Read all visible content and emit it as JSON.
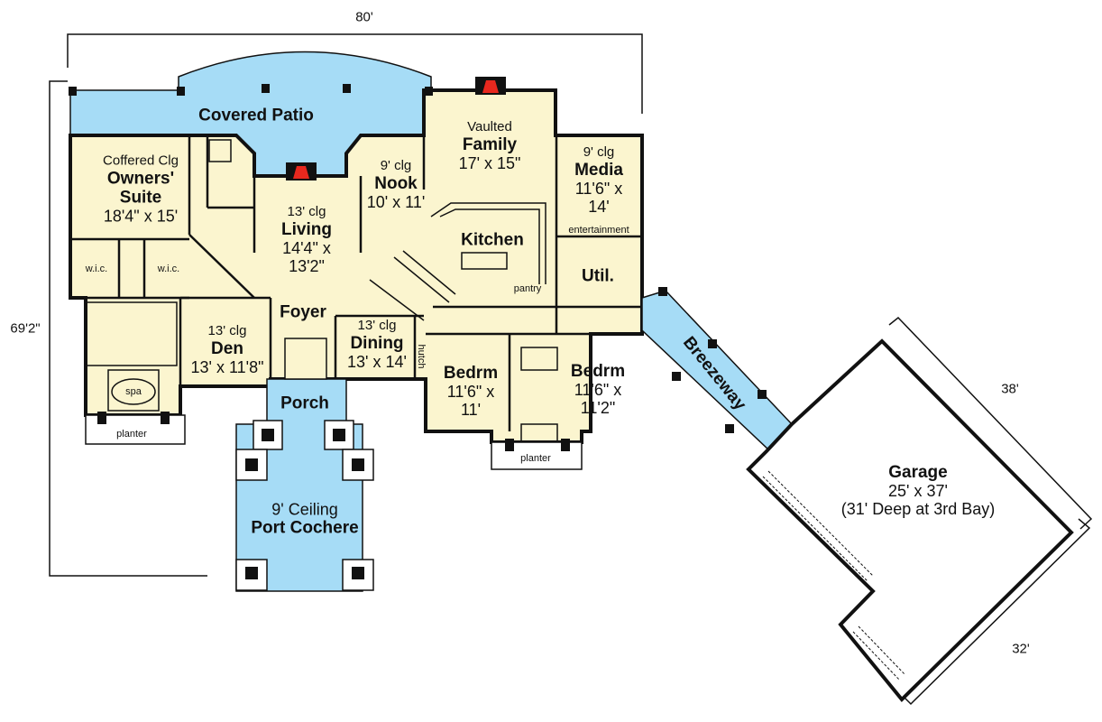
{
  "overall": {
    "width": "80'",
    "depth": "69'2\"",
    "garage_side": "38'",
    "garage_front": "32'"
  },
  "rooms": {
    "covered_patio": {
      "name": "Covered Patio"
    },
    "owners_suite": {
      "note": "Coffered Clg",
      "name_line1": "Owners'",
      "name_line2": "Suite",
      "dim": "18'4\" x 15'"
    },
    "wic_left": {
      "name": "w.i.c."
    },
    "wic_right": {
      "name": "w.i.c."
    },
    "spa": {
      "name": "spa"
    },
    "planter_left": {
      "name": "planter"
    },
    "living": {
      "note": "13' clg",
      "name": "Living",
      "dim_line1": "14'4\" x",
      "dim_line2": "13'2\""
    },
    "nook": {
      "note": "9' clg",
      "name": "Nook",
      "dim": "10' x 11'"
    },
    "family": {
      "note": "Vaulted",
      "name": "Family",
      "dim": "17' x 15\""
    },
    "media": {
      "note": "9' clg",
      "name": "Media",
      "dim_line1": "11'6\" x",
      "dim_line2": "14'"
    },
    "entertainment": {
      "name": "entertainment"
    },
    "kitchen": {
      "name": "Kitchen"
    },
    "pantry": {
      "name": "pantry"
    },
    "util": {
      "name": "Util."
    },
    "foyer": {
      "name": "Foyer"
    },
    "den": {
      "note": "13' clg",
      "name": "Den",
      "dim": "13' x 11'8\""
    },
    "dining": {
      "note": "13' clg",
      "name": "Dining",
      "dim": "13' x 14'"
    },
    "hutch": {
      "name": "hutch"
    },
    "bedrm_left": {
      "name": "Bedrm",
      "dim_line1": "11'6\" x",
      "dim_line2": "11'"
    },
    "bedrm_right": {
      "name": "Bedrm",
      "dim_line1": "11'6\" x",
      "dim_line2": "11'2\""
    },
    "planter_right": {
      "name": "planter"
    },
    "porch": {
      "name": "Porch"
    },
    "port_cochere": {
      "note": "9' Ceiling",
      "name": "Port Cochere"
    },
    "breezeway": {
      "name": "Breezeway"
    },
    "garage": {
      "name": "Garage",
      "dim": "25' x 37'",
      "note": "(31' Deep at 3rd Bay)"
    }
  },
  "colors": {
    "floor": "#fbf5cf",
    "patio": "#a6dcf6",
    "wall": "#111111",
    "fireplace": "#e8281e"
  }
}
